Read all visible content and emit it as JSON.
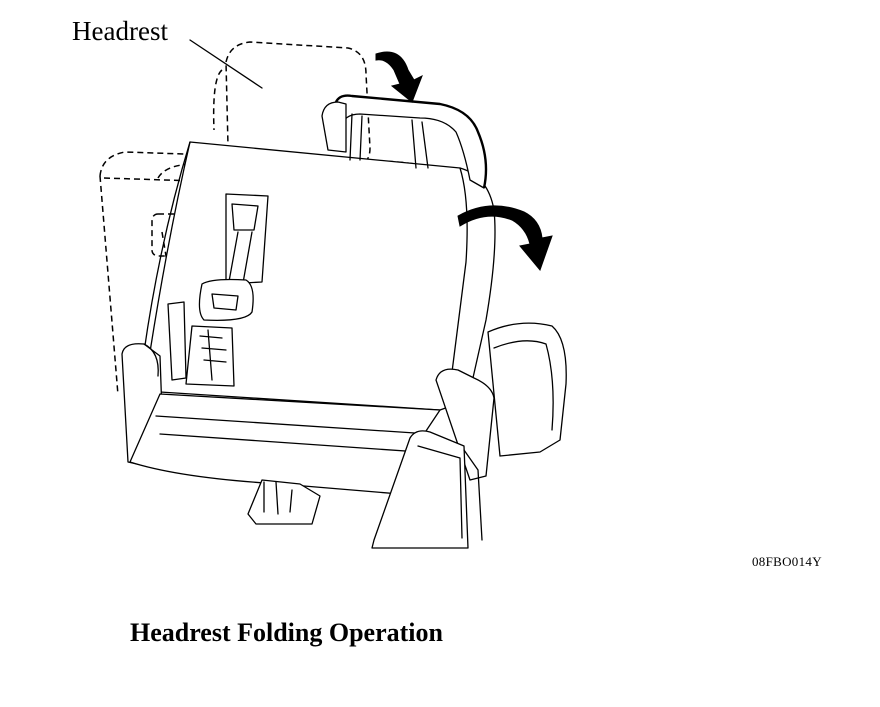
{
  "callout": {
    "headrest_label": "Headrest"
  },
  "figure": {
    "code": "08FBO014Y"
  },
  "caption": {
    "title": "Headrest Folding Operation"
  }
}
